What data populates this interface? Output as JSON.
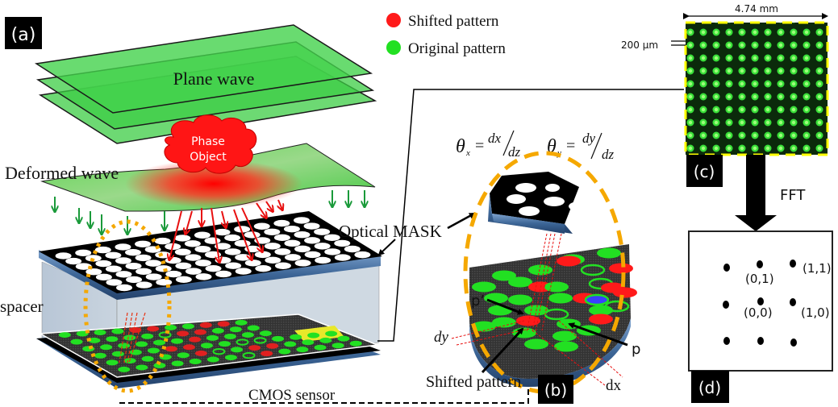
{
  "panels": {
    "a": "(a)",
    "b": "(b)",
    "c": "(c)",
    "d": "(d)"
  },
  "legend": {
    "shifted": "Shifted pattern",
    "original": "Original pattern",
    "shifted_color": "#ff1a1a",
    "original_color": "#22e022"
  },
  "labels": {
    "plane_wave": "Plane wave",
    "phase_object_1": "Phase",
    "phase_object_2": "Object",
    "deformed_wave": "Deformed wave",
    "optical_mask": "Optical  MASK",
    "spacer": "spacer",
    "cmos_sensor": "CMOS sensor",
    "shifted_pattern": "Shifted pattern",
    "p_prime": "p’",
    "p": "p",
    "dy": "dy",
    "dx": "dx",
    "fft": "FFT",
    "width_mm": "4.74 mm",
    "pitch_um": "200 μm"
  },
  "equations": {
    "theta": "θ",
    "x_sub": "x",
    "y_sub": "y",
    "eq": "=",
    "dx": "dx",
    "dy": "dy",
    "dz": "dz",
    "slash": "∕"
  },
  "fft_orders": {
    "o01": "(0,1)",
    "o11": "(1,1)",
    "o00": "(0,0)",
    "o10": "(1,0)"
  },
  "colors": {
    "plane_green": "#3fd24a",
    "mask_black": "#000000",
    "frame_blue": "#3a5f8f",
    "dash_orange": "#f5a800",
    "dash_yellow": "#ffff00",
    "arrow_red": "#e81010",
    "arrow_green": "#1a9a3a"
  }
}
